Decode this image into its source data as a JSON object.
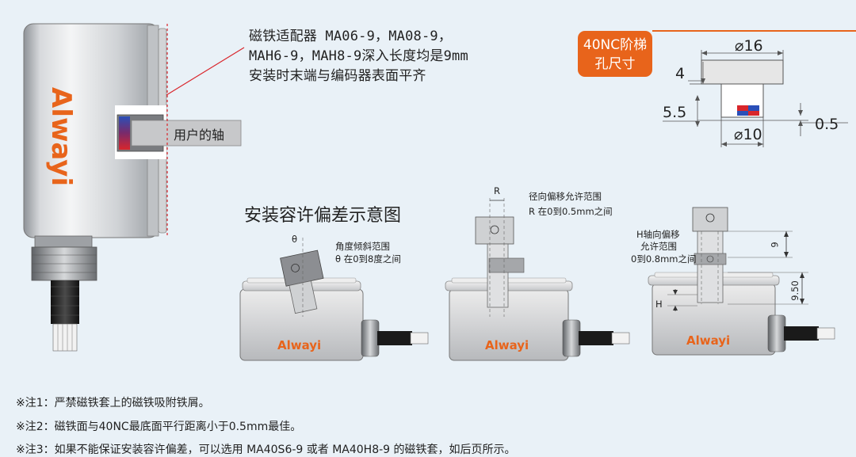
{
  "header_note": {
    "line1": "磁铁适配器 MA06-9，MA08-9，",
    "line2": "MAH6-9，MAH8-9深入长度均是9mm",
    "line3": "安装时末端与编码器表面平齐"
  },
  "shaft_label": "用户的轴",
  "brand": "Alwayi",
  "badge": {
    "line1": "40NC阶梯",
    "line2": "孔尺寸"
  },
  "dimensions": {
    "top_diameter": "⌀16",
    "bottom_diameter": "⌀10",
    "step_height": "4",
    "depth": "5.5",
    "gap": "0.5"
  },
  "section_title": "安装容许偏差示意图",
  "tilt": {
    "symbol": "θ",
    "title": "角度倾斜范围",
    "range": "θ 在0到8度之间"
  },
  "radial": {
    "symbol": "R",
    "title": "径向偏移允许范围",
    "range": "R 在0到0.5mm之间"
  },
  "axial": {
    "title_line1": "H轴向偏移",
    "title_line2": "允许范围",
    "range": "0到0.8mm之间",
    "symbol": "H",
    "dim_9": "9",
    "dim_950": "9.50"
  },
  "footnotes": [
    "※注1：严禁磁铁套上的磁铁吸附铁屑。",
    "※注2：磁铁面与40NC最底面平行距离小于0.5mm最佳。",
    "※注3：如果不能保证安装容许偏差，可以选用 MA40S6-9 或者 MA40H8-9 的磁铁套，如后页所示。"
  ],
  "colors": {
    "accent": "#e8641b",
    "background": "#e9f1f7",
    "leader_red": "#d9252b",
    "magnet_red": "#d8262b",
    "magnet_blue": "#2a4fb8"
  }
}
